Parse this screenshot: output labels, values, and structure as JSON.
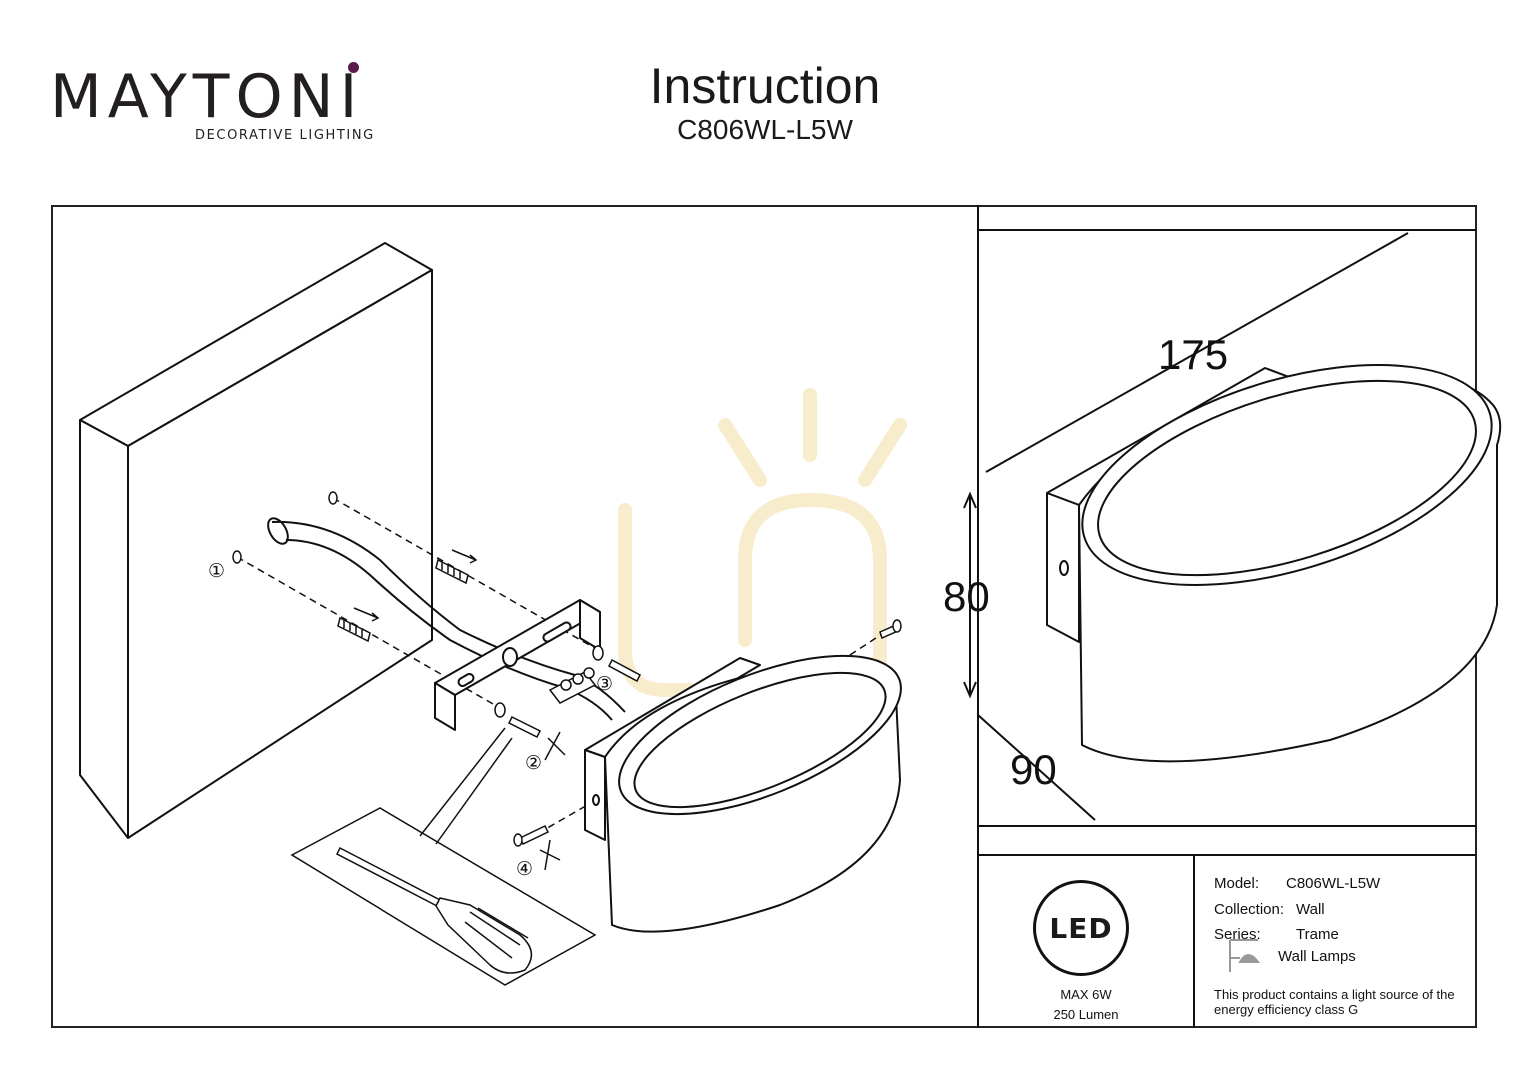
{
  "brand": {
    "name": "MAYTONI",
    "tagline": "DECORATIVE LIGHTING",
    "accent_color": "#5b1a4b"
  },
  "header": {
    "title": "Instruction",
    "model_code": "C806WL-L5W"
  },
  "assembly": {
    "steps": [
      "①",
      "②",
      "③",
      "④"
    ]
  },
  "dimensions": {
    "length": "175",
    "height": "80",
    "depth": "90"
  },
  "info": {
    "led_badge": "LED",
    "max_power": "MAX 6W",
    "lumen": "250 Lumen",
    "model_label": "Model:",
    "model_value": "C806WL-L5W",
    "collection_label": "Collection:",
    "collection_value": "Wall",
    "series_label": "Series:",
    "series_value": "Trame",
    "category_icon": "wall-lamp-icon",
    "category_value": "Wall Lamps",
    "energy_note": "This product contains a light source of the energy efficiency class G"
  }
}
